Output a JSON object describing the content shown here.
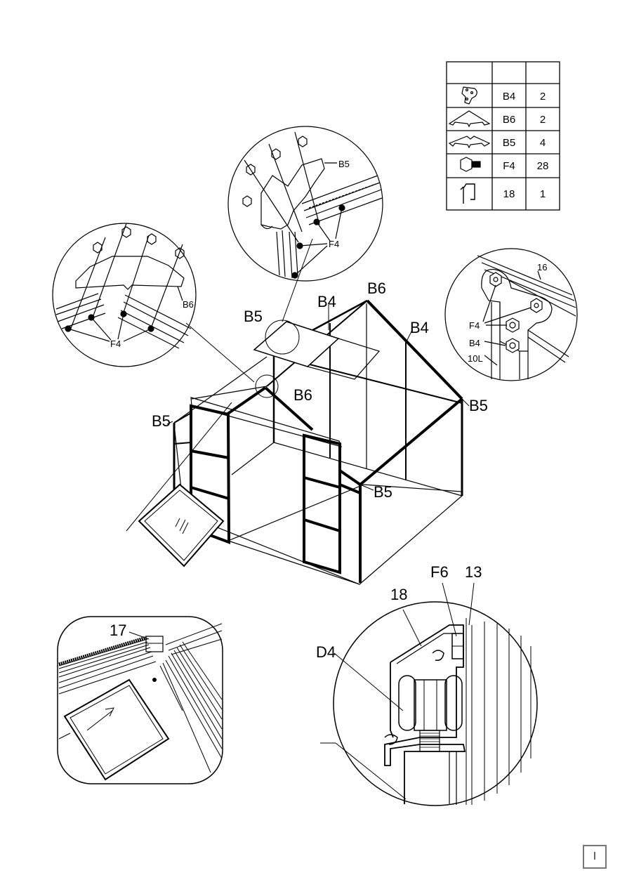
{
  "parts_table": {
    "rows": [
      {
        "icon": "b4-plate-icon",
        "code": "B4",
        "qty": "2"
      },
      {
        "icon": "b6-plate-icon",
        "code": "B6",
        "qty": "2"
      },
      {
        "icon": "b5-plate-icon",
        "code": "B5",
        "qty": "4"
      },
      {
        "icon": "bolt-icon",
        "code": "F4",
        "qty": "28"
      },
      {
        "icon": "profile-icon",
        "code": "18",
        "qty": "1"
      }
    ]
  },
  "callouts": {
    "top_circle_b5": "B5",
    "top_circle_f4": "F4",
    "left_circle_b6": "B6",
    "left_circle_f4": "F4",
    "right_circle_16": "16",
    "right_circle_f4": "F4",
    "right_circle_b4": "B4",
    "right_circle_10l": "10L"
  },
  "main_labels": {
    "b4_left": "B4",
    "b6_top": "B6",
    "b4_right": "B4",
    "b5_roof": "B5",
    "b6_center": "B6",
    "b5_right": "B5",
    "b5_left": "B5",
    "b5_bottom": "B5"
  },
  "bottom_left": {
    "label_17": "17"
  },
  "bottom_right": {
    "label_f6": "F6",
    "label_13": "13",
    "label_18": "18",
    "label_d4": "D4"
  },
  "page_badge": "I"
}
